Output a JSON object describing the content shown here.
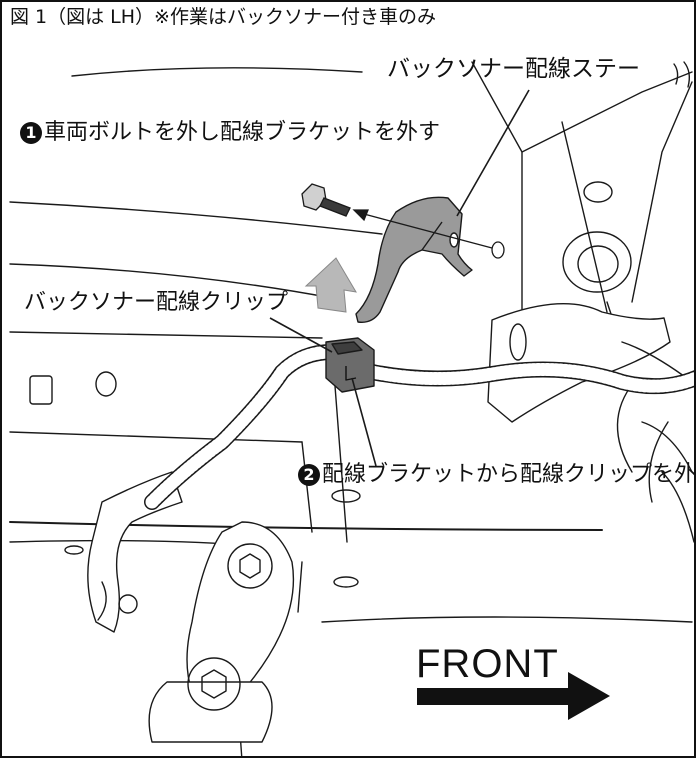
{
  "figure": {
    "title": "図 1（図は LH）※作業はバックソナー付き車のみ"
  },
  "labels": {
    "stay": "バックソナー配線ステー",
    "clip": "バックソナー配線クリップ",
    "front": "FRONT"
  },
  "steps": [
    {
      "number": "1",
      "text": "車両ボルトを外し配線ブラケットを外す"
    },
    {
      "number": "2",
      "text": "配線ブラケットから配線クリップを外す"
    }
  ],
  "colors": {
    "line": "#1a1a1a",
    "bracket_fill": "#9a9a9a",
    "clip_fill": "#6b6b6b",
    "arrow_fill": "#b8b8b8",
    "bolt_fill": "#d0d0d0"
  }
}
